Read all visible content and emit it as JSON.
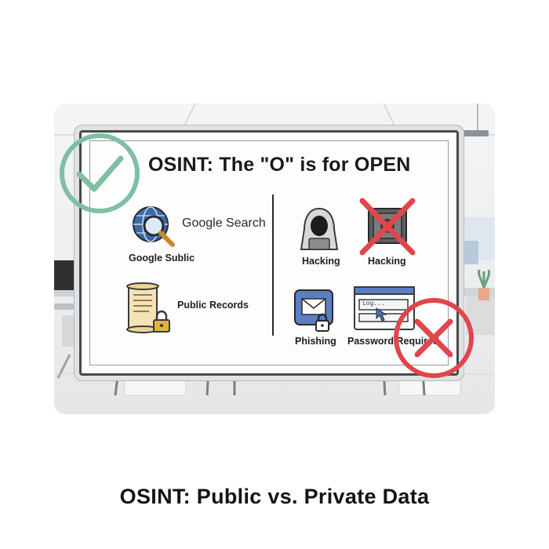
{
  "board": {
    "title": "OSINT: The \"O\" is for OPEN"
  },
  "public_side": {
    "google_search": "Google Search",
    "google_sublic": "Google Sublic",
    "public_records": "Public Records"
  },
  "private_side": {
    "hacking_1": "Hacking",
    "hacking_2": "Hacking",
    "phishing": "Phishing",
    "password_required": "Password Required",
    "login_box_text": "Log..."
  },
  "caption": "OSINT: Public vs. Private Data",
  "colors": {
    "check_green": "#7fbfa2",
    "cross_red": "#e0464b",
    "globe_blue": "#3b6aa8",
    "mail_blue": "#5b7fc4"
  },
  "icons": [
    "check-icon",
    "globe-magnifier-icon",
    "scroll-lock-icon",
    "hacker-icon",
    "safe-crossed-icon",
    "envelope-lock-icon",
    "login-window-icon",
    "cross-circle-icon"
  ]
}
